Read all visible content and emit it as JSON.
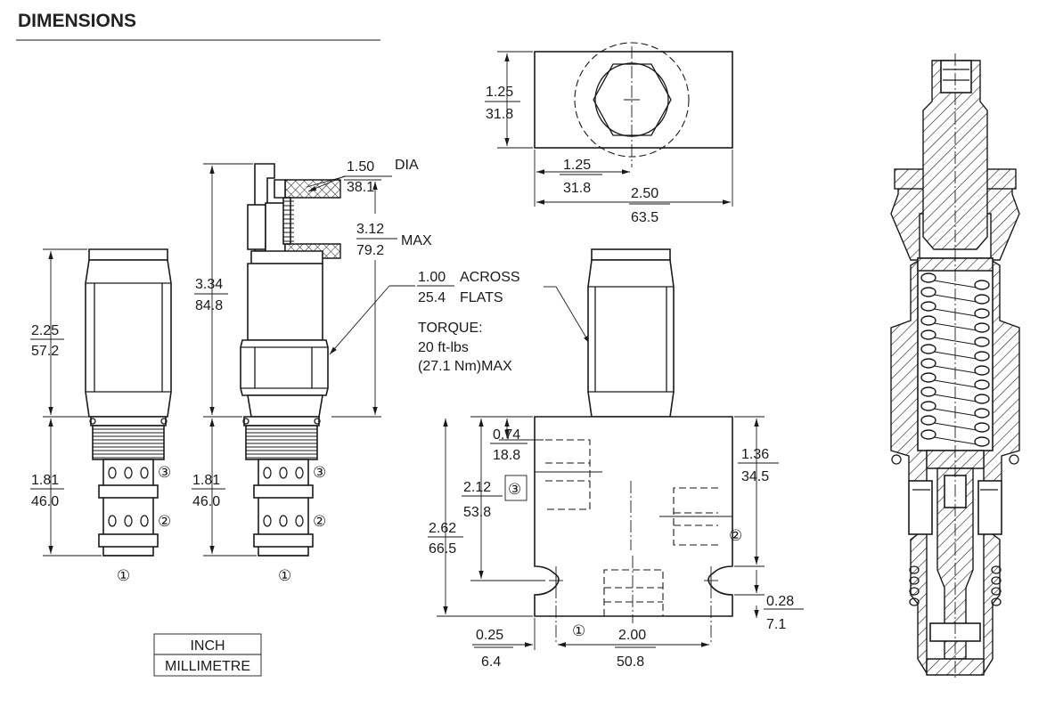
{
  "title": "DIMENSIONS",
  "legend": {
    "inch": "INCH",
    "mm": "MILLIMETRE"
  },
  "ports": {
    "p1": "①",
    "p2": "②",
    "p3": "③"
  },
  "side_view": {
    "body_length": {
      "inch": "2.25",
      "mm": "57.2"
    },
    "stem_length": {
      "inch": "1.81",
      "mm": "46.0"
    }
  },
  "knob_view": {
    "knob_dia": {
      "inch": "1.50",
      "mm": "38.1",
      "suffix": "DIA"
    },
    "knob_travel": {
      "inch": "3.12",
      "mm": "79.2",
      "suffix": "MAX"
    },
    "overall": {
      "inch": "3.34",
      "mm": "84.8"
    },
    "stem_length": {
      "inch": "1.81",
      "mm": "46.0"
    }
  },
  "hex_note": {
    "flats": {
      "inch": "1.00",
      "mm": "25.4",
      "line1": "ACROSS",
      "line2": "FLATS"
    },
    "torque": {
      "heading": "TORQUE:",
      "line1": "20 ft-lbs",
      "line2": "(27.1 Nm)MAX"
    }
  },
  "top_view": {
    "height": {
      "inch": "1.25",
      "mm": "31.8"
    },
    "center": {
      "inch": "1.25",
      "mm": "31.8"
    },
    "width": {
      "inch": "2.50",
      "mm": "63.5"
    }
  },
  "block_view": {
    "port3_depth": {
      "inch": "0.74",
      "mm": "18.8"
    },
    "port3_pos": {
      "inch": "2.12",
      "mm": "53.8"
    },
    "overall_height": {
      "inch": "2.62",
      "mm": "66.5"
    },
    "port2_pos": {
      "inch": "1.36",
      "mm": "34.5"
    },
    "slot_offset": {
      "inch": "0.28",
      "mm": "7.1"
    },
    "left_offset": {
      "inch": "0.25",
      "mm": "6.4"
    },
    "hole_spacing": {
      "inch": "2.00",
      "mm": "50.8"
    }
  }
}
